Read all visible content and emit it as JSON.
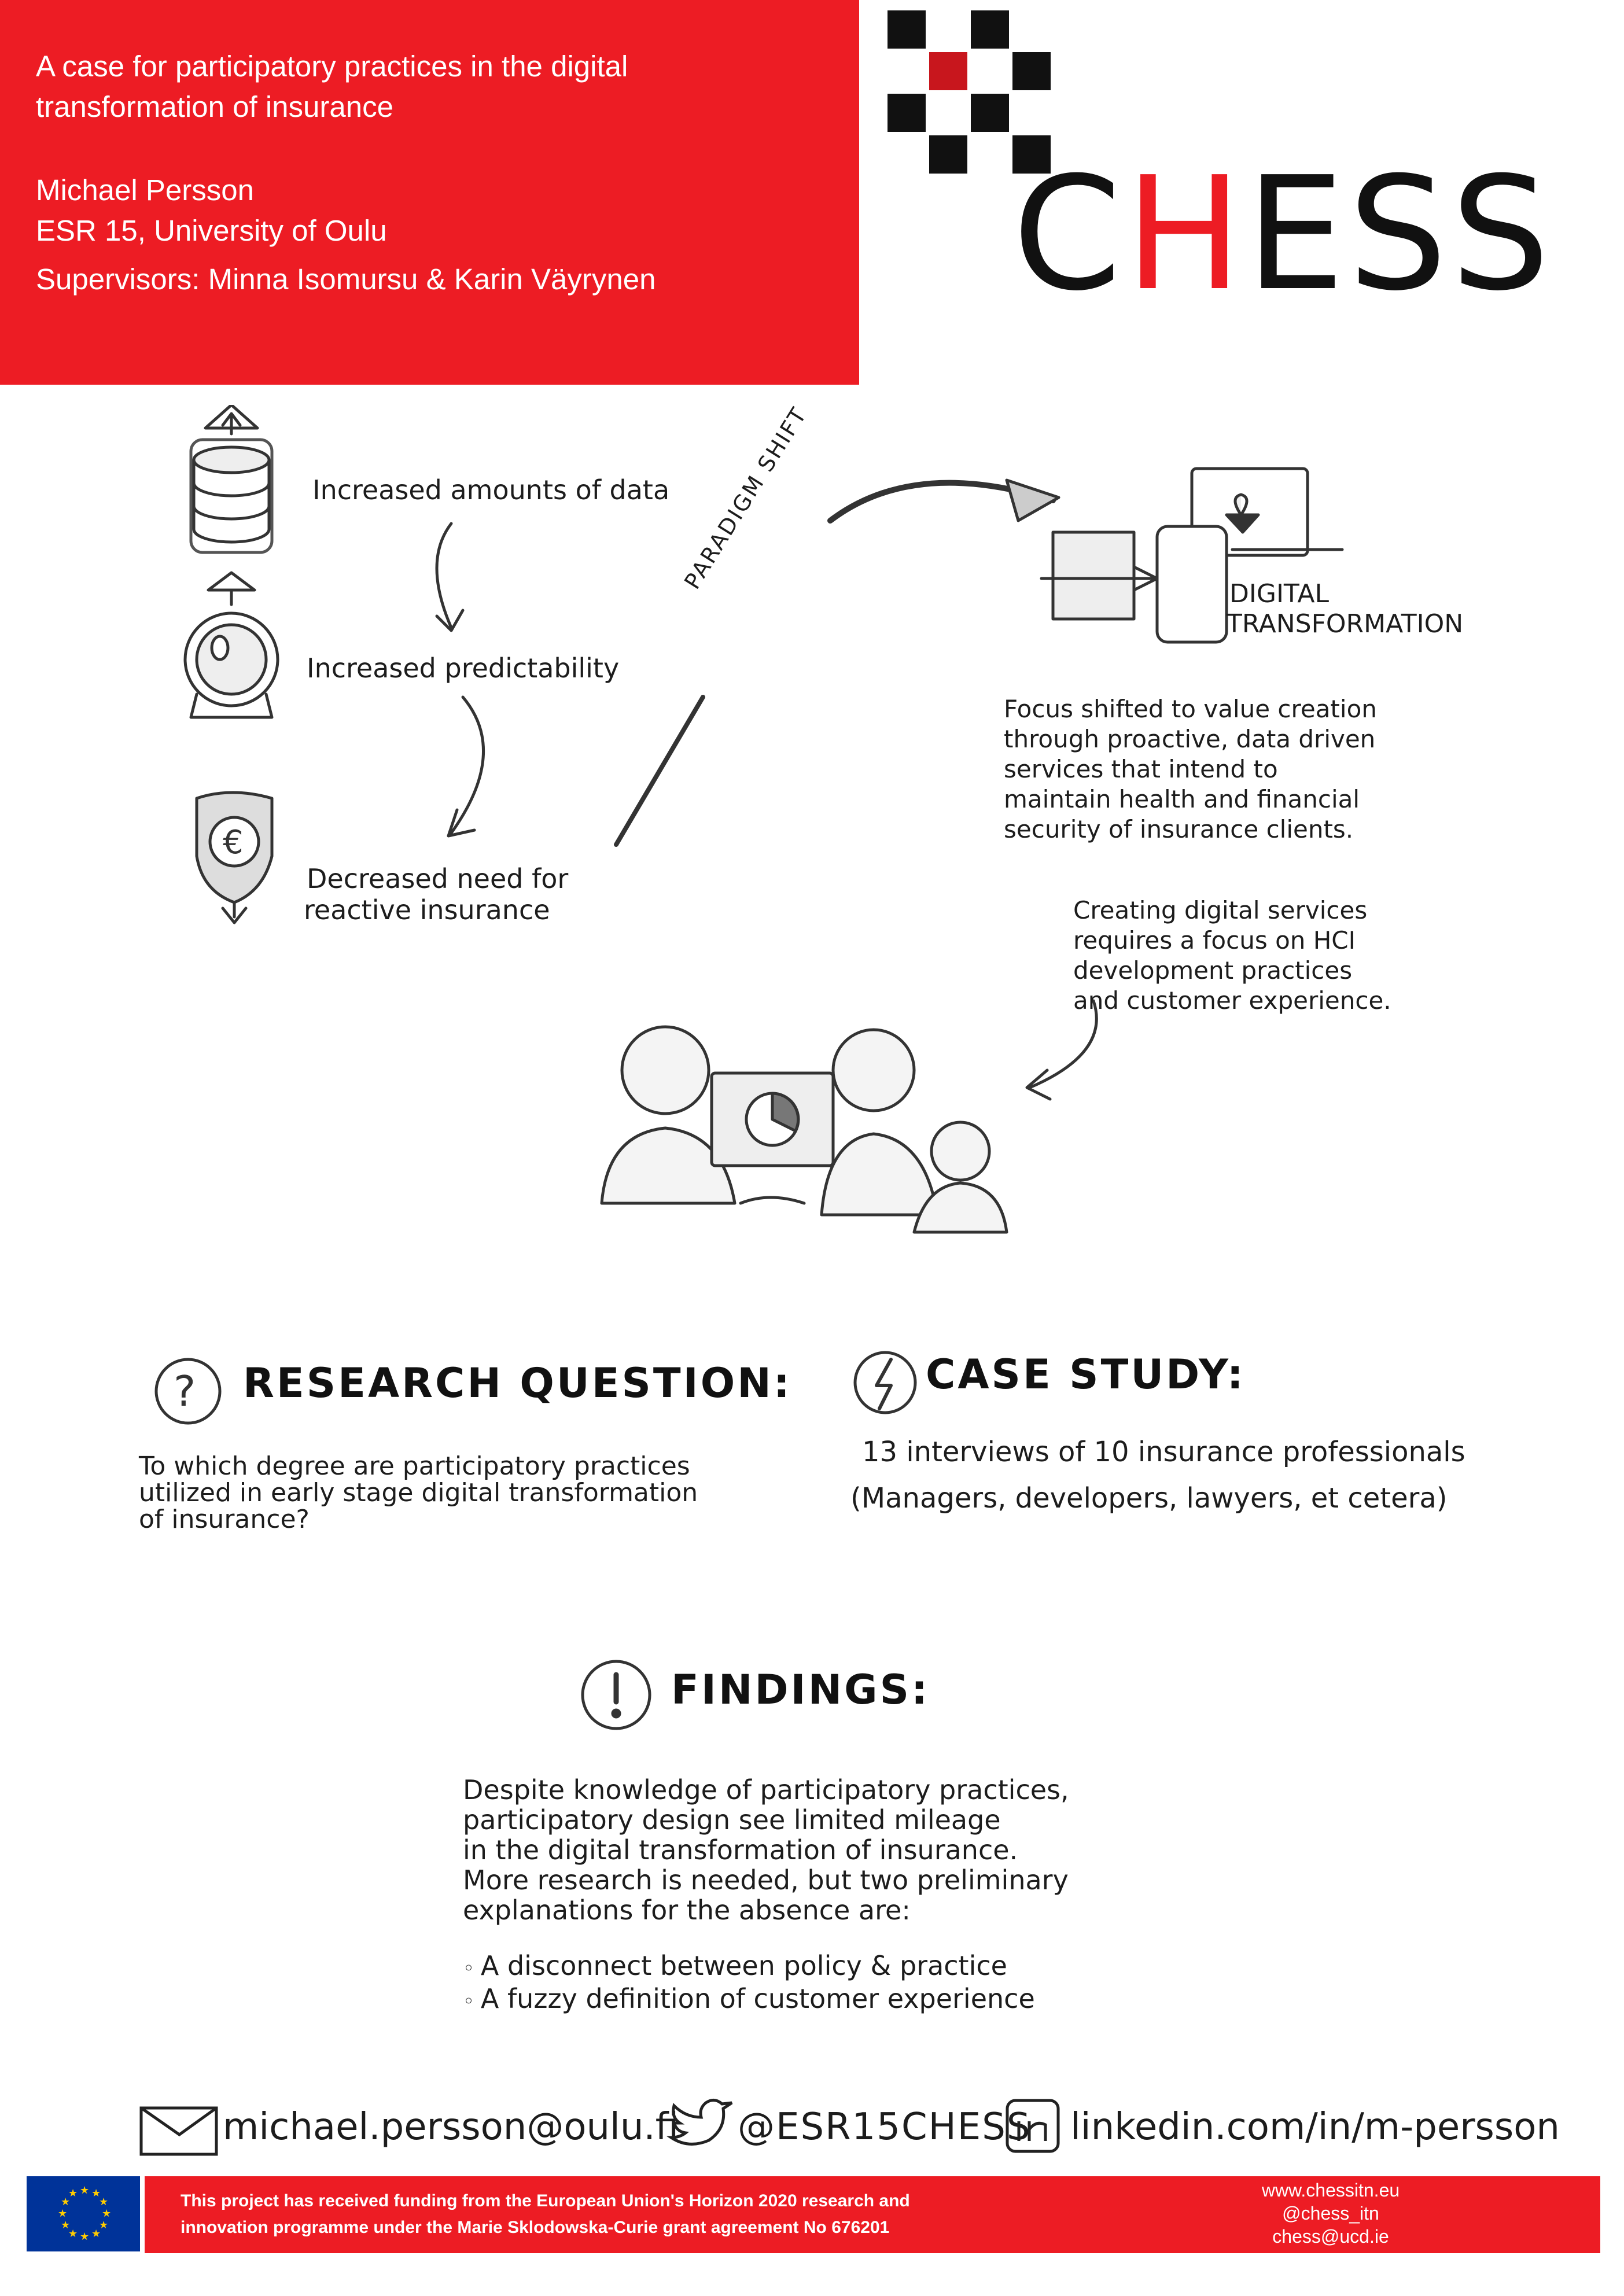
{
  "header": {
    "title_line1": "A case for participatory practices in the digital",
    "title_line2": "transformation of insurance",
    "author": "Michael Persson",
    "affiliation": "ESR 15, University of Oulu",
    "supervisors": "Supervisors: Minna Isomursu & Karin Väyrynen"
  },
  "logo": {
    "word_pre": "C",
    "word_h": "H",
    "word_post": "ESS",
    "red": "#ed1c24"
  },
  "sketch": {
    "data": "Increased amounts of data",
    "predict": "Increased predictability",
    "decreased1": "Decreased need for",
    "decreased2": "reactive insurance",
    "paradigm": "PARADIGM SHIFT",
    "digital1": "DIGITAL",
    "digital2": "TRANSFORMATION",
    "focus": [
      "Focus shifted to value creation",
      "through proactive, data driven",
      "services that intend to",
      "maintain health and financial",
      "security of insurance clients."
    ],
    "hci": [
      "Creating digital services",
      "requires a focus on HCI",
      "development practices",
      "and customer experience."
    ]
  },
  "research": {
    "title": "RESEARCH QUESTION:",
    "text": [
      "To which degree are participatory practices",
      "utilized in early stage digital transformation",
      "of insurance?"
    ]
  },
  "case": {
    "title": "CASE STUDY:",
    "text": [
      "13 interviews of 10 insurance professionals",
      "(Managers, developers, lawyers, et cetera)"
    ]
  },
  "findings": {
    "title": "FINDINGS:",
    "text": [
      "Despite knowledge of participatory practices,",
      "participatory design see limited mileage",
      "in the digital transformation of insurance.",
      "More research is needed, but two preliminary",
      "explanations for the absence are:"
    ],
    "bullets": [
      "A disconnect between policy & practice",
      "A fuzzy definition of customer experience"
    ]
  },
  "contacts": {
    "email": "michael.persson@oulu.fi",
    "twitter": "@ESR15CHESS",
    "linkedin": "linkedin.com/in/m-persson"
  },
  "footer": {
    "funding_line1": "This project has received funding from the European Union's Horizon 2020 research and",
    "funding_line2": "innovation programme under the Marie Sklodowska-Curie grant agreement No 676201",
    "web": "www.chessitn.eu",
    "handle": "@chess_itn",
    "mail": "chess@ucd.ie"
  }
}
